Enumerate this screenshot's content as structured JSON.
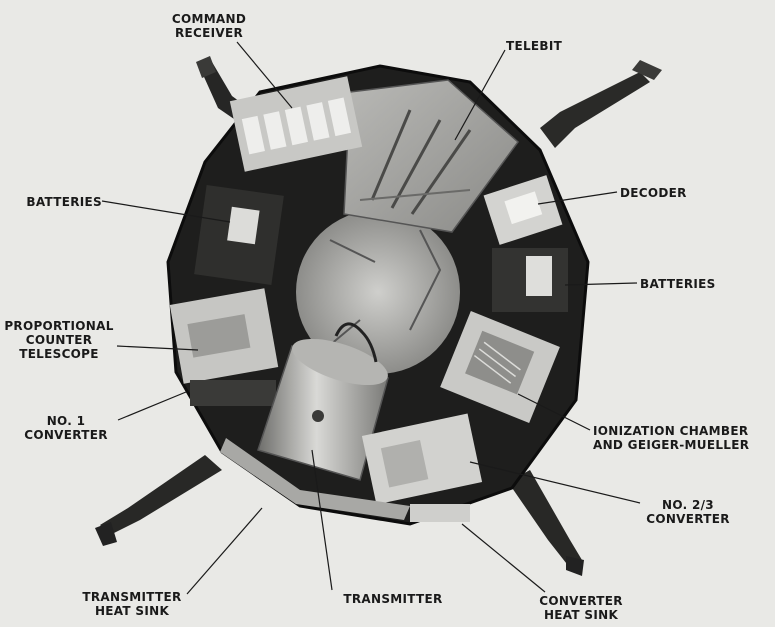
{
  "labels": {
    "command_receiver": [
      "COMMAND",
      "RECEIVER"
    ],
    "telebit": [
      "TELEBIT"
    ],
    "batteries_left": [
      "BATTERIES"
    ],
    "decoder": [
      "DECODER"
    ],
    "batteries_right": [
      "BATTERIES"
    ],
    "proportional_counter": [
      "PROPORTIONAL",
      "COUNTER",
      "TELESCOPE"
    ],
    "no1_converter": [
      "NO. 1",
      "CONVERTER"
    ],
    "ionization_chamber": [
      "IONIZATION CHAMBER",
      "AND GEIGER-MUELLER"
    ],
    "no23_converter": [
      "NO. 2/3",
      "CONVERTER"
    ],
    "transmitter_heat_sink": [
      "TRANSMITTER",
      "HEAT SINK"
    ],
    "transmitter": [
      "TRANSMITTER"
    ],
    "converter_heat_sink": [
      "CONVERTER",
      "HEAT SINK"
    ]
  }
}
